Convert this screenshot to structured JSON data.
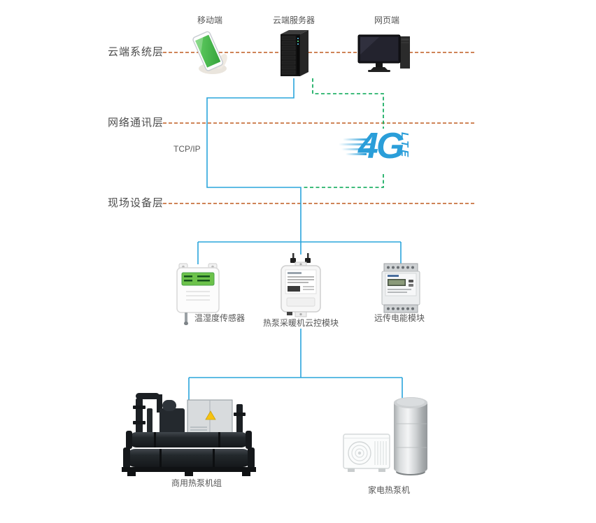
{
  "colors": {
    "layer_divider": "#bf5b21",
    "connection_blue": "#2aa5dc",
    "connection_green": "#00a551",
    "logo_blue": "#2a9ed9",
    "text_gray": "#4d4d4d",
    "lcd_green": "#6cc24a",
    "warning_yellow": "#f6c211"
  },
  "layers": {
    "cloud": "云端系统层",
    "network": "网络通讯层",
    "field": "现场设备层"
  },
  "cloud_nodes": {
    "mobile": "移动端",
    "server": "云端服务器",
    "web": "网页端"
  },
  "network_layer": {
    "protocol": "TCP/IP",
    "logo_main": "4G",
    "logo_sub": "LTE"
  },
  "field_nodes": {
    "sensor": "温湿度传感器",
    "controller": "热泵采暖机云控模块",
    "meter": "远传电能模块"
  },
  "equipment_nodes": {
    "commercial": "商用热泵机组",
    "domestic": "家电热泵机"
  }
}
